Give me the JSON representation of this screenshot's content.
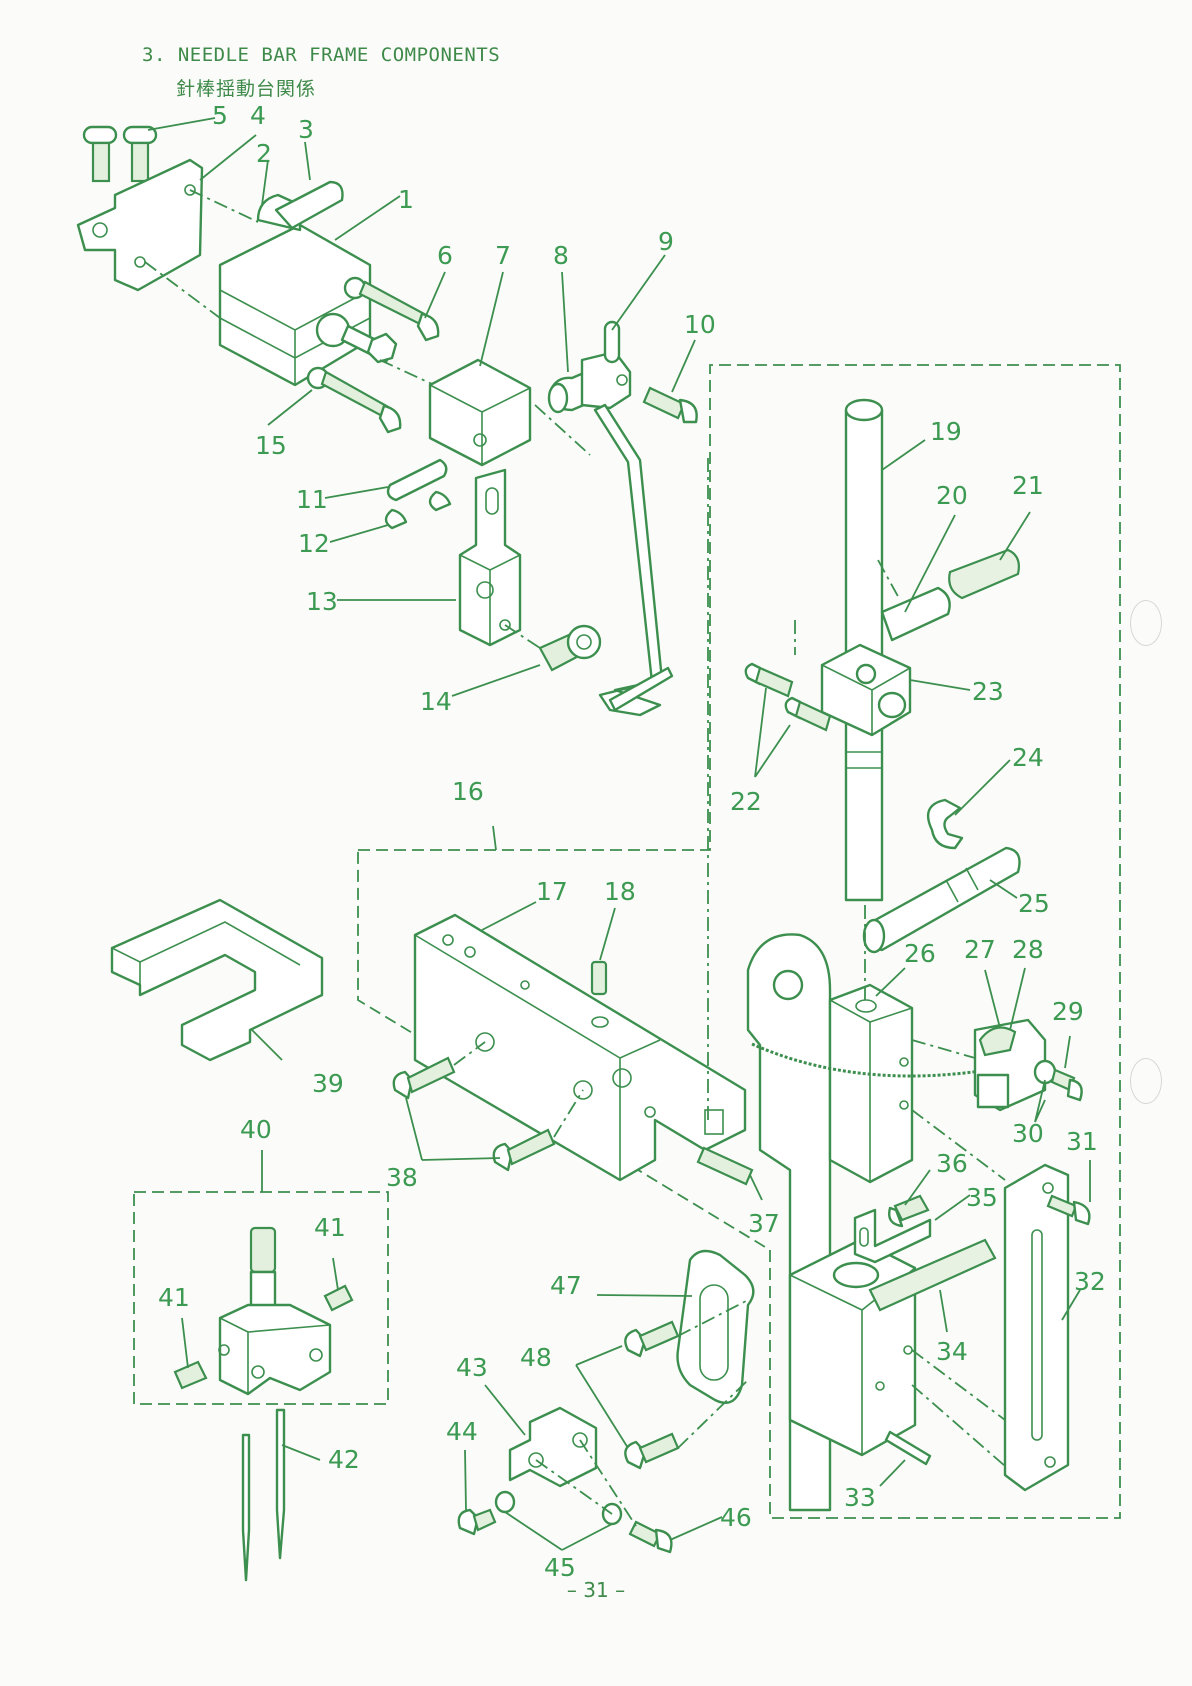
{
  "header": {
    "title": "3. NEEDLE BAR FRAME COMPONENTS",
    "subtitle": "針棒揺動台関係"
  },
  "part_numbers": [
    "1",
    "2",
    "3",
    "4",
    "5",
    "6",
    "7",
    "8",
    "9",
    "10",
    "11",
    "12",
    "13",
    "14",
    "15",
    "16",
    "17",
    "18",
    "19",
    "20",
    "21",
    "22",
    "23",
    "24",
    "25",
    "26",
    "27",
    "28",
    "29",
    "30",
    "31",
    "32",
    "33",
    "34",
    "35",
    "36",
    "37",
    "38",
    "39",
    "40",
    "41",
    "42",
    "43",
    "44",
    "45",
    "46",
    "47",
    "48"
  ],
  "footer": {
    "page_number": "– 31 –"
  }
}
